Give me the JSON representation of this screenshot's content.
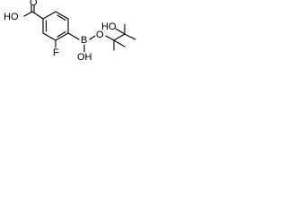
{
  "molecule": {
    "atom_labels": {
      "carboxyl_oh": "HO",
      "carboxyl_o": "O",
      "fluorine": "F",
      "boron": "B",
      "boron_oh": "OH",
      "ring_oxygen": "O",
      "hydroxyl_oh": "HO"
    }
  }
}
